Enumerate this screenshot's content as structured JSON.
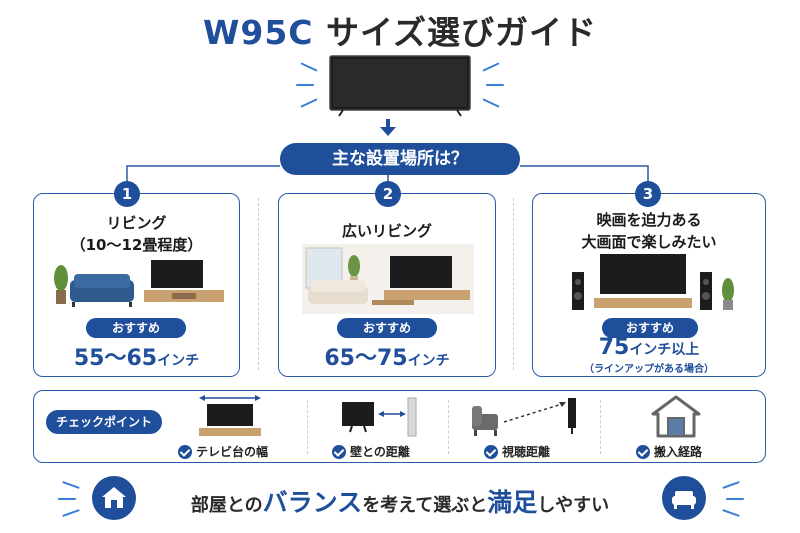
{
  "title": {
    "model": "W95C",
    "rest": "サイズ選びガイド"
  },
  "question": "主な設置場所は？",
  "options": [
    {
      "num": "1",
      "title_line1": "リビング",
      "title_line2": "（10〜12畳程度）",
      "recommend": "おすすめ",
      "size_num": "55〜65",
      "size_unit": "インチ",
      "note": ""
    },
    {
      "num": "2",
      "title_line1": "広いリビング",
      "title_line2": "",
      "recommend": "おすすめ",
      "size_num": "65〜75",
      "size_unit": "インチ",
      "note": ""
    },
    {
      "num": "3",
      "title_line1": "映画を迫力ある",
      "title_line2": "大画面で楽しみたい",
      "recommend": "おすすめ",
      "size_num": "75",
      "size_unit": "インチ以上",
      "note": "（ラインアップがある場合）"
    }
  ],
  "checkpoint": {
    "label": "チェックポイント",
    "items": [
      "テレビ台の幅",
      "壁との距離",
      "視聴距離",
      "搬入経路"
    ]
  },
  "bottom": {
    "p1": "部屋との",
    "a1": "バランス",
    "p2": "を考えて選ぶと",
    "a2": "満足",
    "p3": "しやすい"
  },
  "colors": {
    "accent": "#1f4e9b",
    "border": "#2b5aa6",
    "wood": "#c9a070",
    "sofa": "#2f5b8f"
  }
}
